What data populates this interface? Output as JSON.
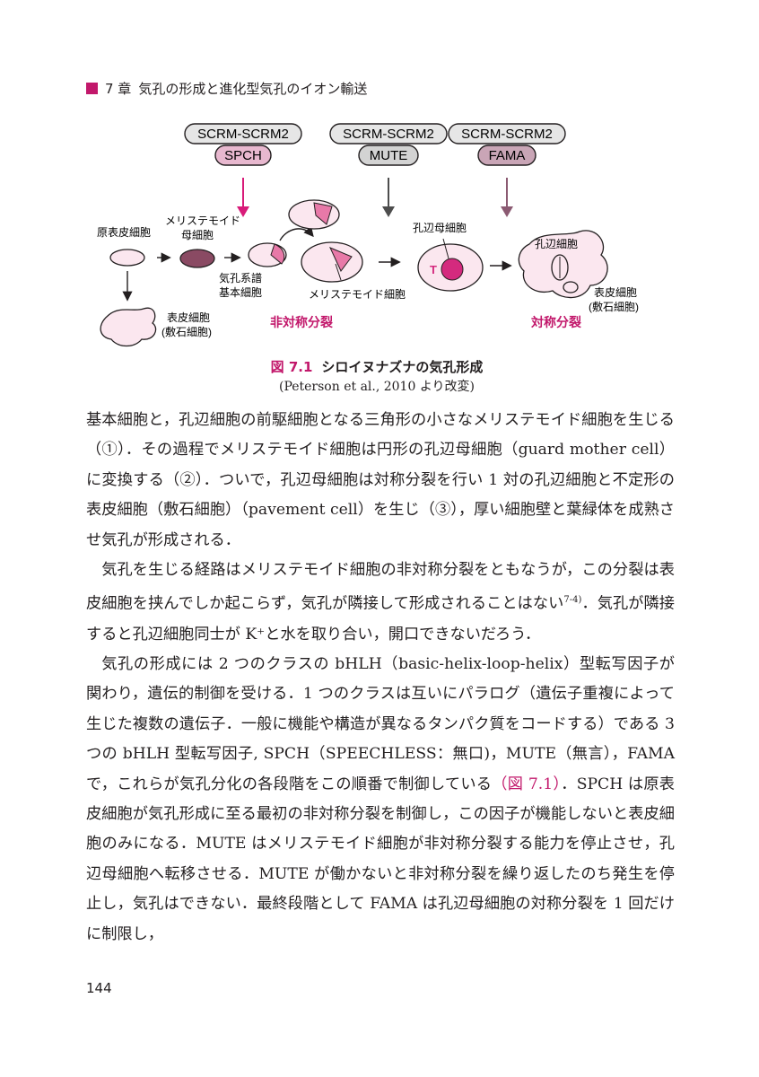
{
  "header": {
    "chapter": "7 章",
    "title": "気孔の形成と進化型気孔のイオン輸送",
    "accent_color": "#c2186b"
  },
  "figure": {
    "factors": [
      {
        "complex": "SCRM-SCRM2",
        "factor": "SPCH",
        "factor_fill": "#e8b8cf",
        "arrow_color": "#d81b79"
      },
      {
        "complex": "SCRM-SCRM2",
        "factor": "MUTE",
        "factor_fill": "#d3d3d3",
        "arrow_color": "#4d4d4d"
      },
      {
        "complex": "SCRM-SCRM2",
        "factor": "FAMA",
        "factor_fill": "#c9a5b6",
        "arrow_color": "#8b5a72"
      }
    ],
    "labels": {
      "protodermal": "原表皮細胞",
      "mmc_line1": "メリステモイド",
      "mmc_line2": "母細胞",
      "slgc_line1": "気孔系譜",
      "slgc_line2": "基本細胞",
      "meristemoid": "メリステモイド細胞",
      "gmc": "孔辺母細胞",
      "guard": "孔辺細胞",
      "pavement_line1": "表皮細胞",
      "pavement_line2": "(敷石細胞)",
      "pavement2_line1": "表皮細胞",
      "pavement2_line2": "(敷石細胞)",
      "asymmetric": "非対称分裂",
      "symmetric": "対称分裂"
    },
    "caption_number": "図 7.1",
    "caption_title": "シロイヌナズナの気孔形成",
    "caption_source": "(Peterson et al., 2010 より改変)"
  },
  "body": {
    "p1": "基本細胞と，孔辺細胞の前駆細胞となる三角形の小さなメリステモイド細胞を生じる（①）．その過程でメリステモイド細胞は円形の孔辺母細胞（guard mother cell）に変換する（②）．ついで，孔辺母細胞は対称分裂を行い 1 対の孔辺細胞と不定形の表皮細胞（敷石細胞）（pavement cell）を生じ（③），厚い細胞壁と葉緑体を成熟させ気孔が形成される．",
    "p2_before_ref": "気孔を生じる経路はメリステモイド細胞の非対称分裂をともなうが，この分裂は表皮細胞を挟んでしか起こらず，気孔が隣接して形成されることはない",
    "p2_ref": "7-4)",
    "p2_after_ref": "．気孔が隣接すると孔辺細胞同士が K⁺と水を取り合い，開口できないだろう．",
    "p3_before_ref": "気孔の形成には 2 つのクラスの bHLH（basic-helix-loop-helix）型転写因子が関わり，遺伝的制御を受ける．1 つのクラスは互いにパラログ（遺伝子重複によって生じた複数の遺伝子．一般に機能や構造が異なるタンパク質をコードする）である 3 つの bHLH 型転写因子, SPCH（SPEECHLESS：無口)，MUTE（無言），FAMA で，これらが気孔分化の各段階をこの順番で制御している",
    "p3_ref": "（図 7.1）",
    "p3_after_ref": "．SPCH は原表皮細胞が気孔形成に至る最初の非対称分裂を制御し，この因子が機能しないと表皮細胞のみになる．MUTE はメリステモイド細胞が非対称分裂する能力を停止させ，孔辺母細胞へ転移させる．MUTE が働かないと非対称分裂を繰り返したのち発生を停止し，気孔はできない．最終段階として FAMA は孔辺母細胞の対称分裂を 1 回だけに制限し，"
  },
  "page_number": "144"
}
